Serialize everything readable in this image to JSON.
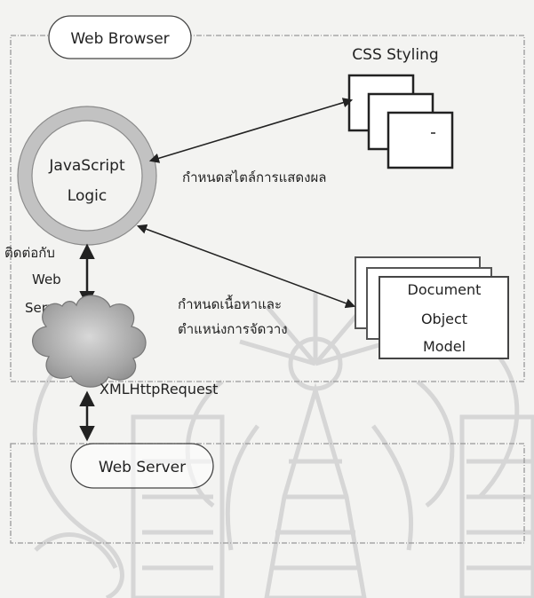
{
  "browser": {
    "title": "Web Browser"
  },
  "css": {
    "title": "CSS Styling",
    "edge_label": "กำหนดสไตล์การแสดงผล"
  },
  "javascript": {
    "line1": "JavaScript",
    "line2": "Logic"
  },
  "dom": {
    "line1": "Document",
    "line2": "Object",
    "line3": "Model",
    "edge_label_line1": "กำหนดเนื้อหาและ",
    "edge_label_line2": "ตำแหน่งการจัดวาง"
  },
  "server_link": {
    "line1": "ติดต่อกับ",
    "line2": "Web",
    "line3": "Server"
  },
  "xhr": {
    "label": "XMLHttpRequest"
  },
  "server": {
    "title": "Web Server"
  },
  "colors": {
    "ink": "#222222",
    "panel": "#f3f3f1",
    "watermark": "#d9d9d9",
    "cloud": "#9c9c9c",
    "ring": "#bdbdbd"
  }
}
